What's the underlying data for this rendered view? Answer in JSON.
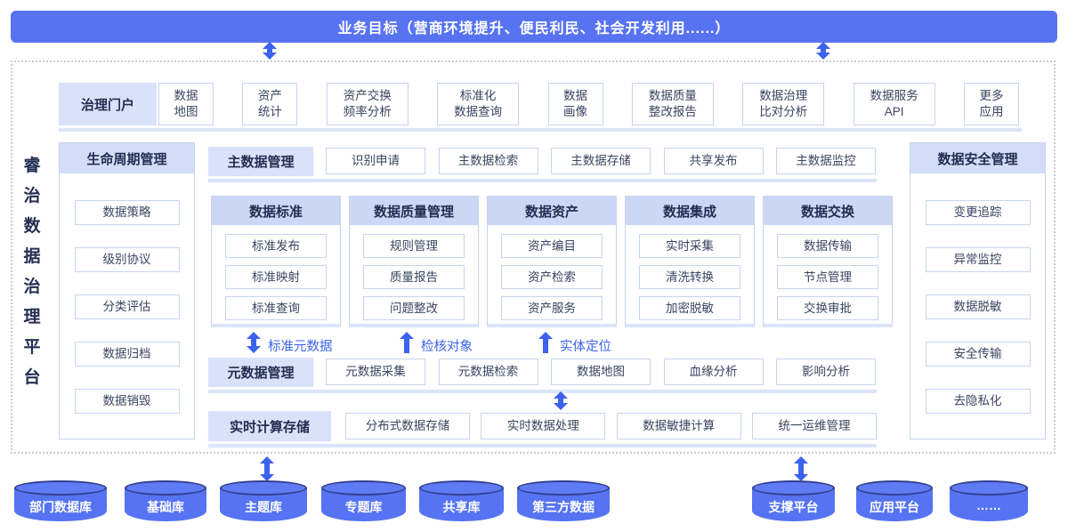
{
  "banner": {
    "text": "业务目标（营商环境提升、便民利民、社会开发利用......）"
  },
  "platform": {
    "vertical_title": "睿治数据治理平台"
  },
  "portal": {
    "label": "治理门户",
    "items": [
      "数据\n地图",
      "资产\n统计",
      "资产交换\n频率分析",
      "标准化\n数据查询",
      "数据\n画像",
      "数据质量\n整改报告",
      "数据治理\n比对分析",
      "数据服务\nAPI",
      "更多\n应用"
    ]
  },
  "lifecycle": {
    "title": "生命周期管理",
    "items": [
      "数据策略",
      "级别协议",
      "分类评估",
      "数据归档",
      "数据销毁"
    ]
  },
  "master_data": {
    "label": "主数据管理",
    "items": [
      "识别申请",
      "主数据检索",
      "主数据存储",
      "共享发布",
      "主数据监控"
    ]
  },
  "capability_panels": [
    {
      "title": "数据标准",
      "items": [
        "标准发布",
        "标准映射",
        "标准查询"
      ]
    },
    {
      "title": "数据质量管理",
      "items": [
        "规则管理",
        "质量报告",
        "问题整改"
      ]
    },
    {
      "title": "数据资产",
      "items": [
        "资产编目",
        "资产检索",
        "资产服务"
      ]
    },
    {
      "title": "数据集成",
      "items": [
        "实时采集",
        "清洗转换",
        "加密脱敏"
      ]
    },
    {
      "title": "数据交换",
      "items": [
        "数据传输",
        "节点管理",
        "交换审批"
      ]
    }
  ],
  "flow_labels": [
    {
      "text": "标准元数据",
      "arrow": "double"
    },
    {
      "text": "检核对象",
      "arrow": "up"
    },
    {
      "text": "实体定位",
      "arrow": "up"
    }
  ],
  "metadata_row": {
    "label": "元数据管理",
    "items": [
      "元数据采集",
      "元数据检索",
      "数据地图",
      "血缘分析",
      "影响分析"
    ]
  },
  "realtime_row": {
    "label": "实时计算存储",
    "items": [
      "分布式数据存储",
      "实时数据处理",
      "数据敏捷计算",
      "统一运维管理"
    ]
  },
  "security": {
    "title": "数据安全管理",
    "items": [
      "变更追踪",
      "异常监控",
      "数据脱敏",
      "安全传输",
      "去隐私化"
    ]
  },
  "sources": {
    "databases": [
      "部门数据库",
      "基础库",
      "主题库",
      "专题库",
      "共享库",
      "第三方数据"
    ],
    "platforms": [
      "支撑平台",
      "应用平台",
      "……"
    ]
  },
  "colors": {
    "primary_blue": "#5873F2",
    "arrow_blue": "#3D62EE",
    "row_label_bg": "#D9E2F8",
    "panel_header_bg": "#CBD7F5",
    "item_border": "#C8D3EF",
    "strip": "#DCE4F9",
    "title_navy": "#232E52"
  }
}
